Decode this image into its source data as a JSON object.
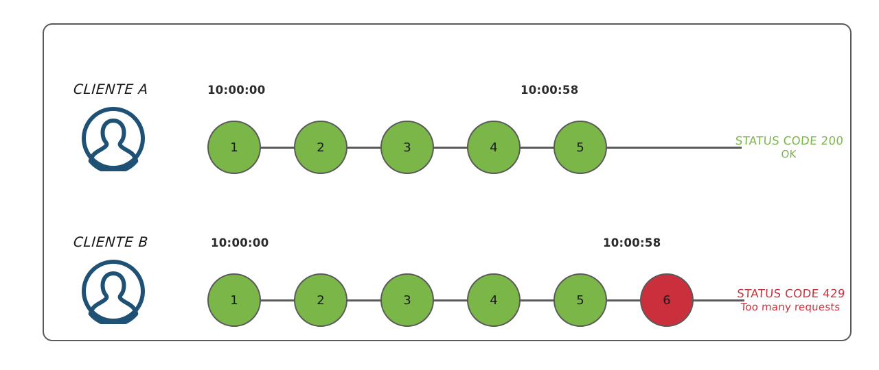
{
  "diagram": {
    "title_visible": false,
    "background": "#ffffff",
    "frame_color": "#595959",
    "colors": {
      "node_ok": "#7AB648",
      "node_error": "#C9303C",
      "node_stroke": "#595959",
      "avatar": "#1E5173",
      "status_ok_text": "#7AB648",
      "status_error_text": "#C9303C",
      "timestamp_text": "#2b2b2b"
    },
    "rows": [
      {
        "id": "cliente-a",
        "label": "CLIENTE A",
        "avatar_icon": "user-avatar-icon",
        "start_time": "10:00:00",
        "end_time": "10:00:58",
        "requests": [
          {
            "n": "1",
            "state": "ok"
          },
          {
            "n": "2",
            "state": "ok"
          },
          {
            "n": "3",
            "state": "ok"
          },
          {
            "n": "4",
            "state": "ok"
          },
          {
            "n": "5",
            "state": "ok"
          }
        ],
        "status": {
          "line1": "STATUS CODE 200",
          "line2": "OK",
          "state": "ok"
        }
      },
      {
        "id": "cliente-b",
        "label": "CLIENTE B",
        "avatar_icon": "user-avatar-icon",
        "start_time": "10:00:00",
        "end_time": "10:00:58",
        "requests": [
          {
            "n": "1",
            "state": "ok"
          },
          {
            "n": "2",
            "state": "ok"
          },
          {
            "n": "3",
            "state": "ok"
          },
          {
            "n": "4",
            "state": "ok"
          },
          {
            "n": "5",
            "state": "ok"
          },
          {
            "n": "6",
            "state": "error"
          }
        ],
        "status": {
          "line1": "STATUS CODE 429",
          "line2": "Too many requests",
          "state": "error"
        }
      }
    ]
  }
}
